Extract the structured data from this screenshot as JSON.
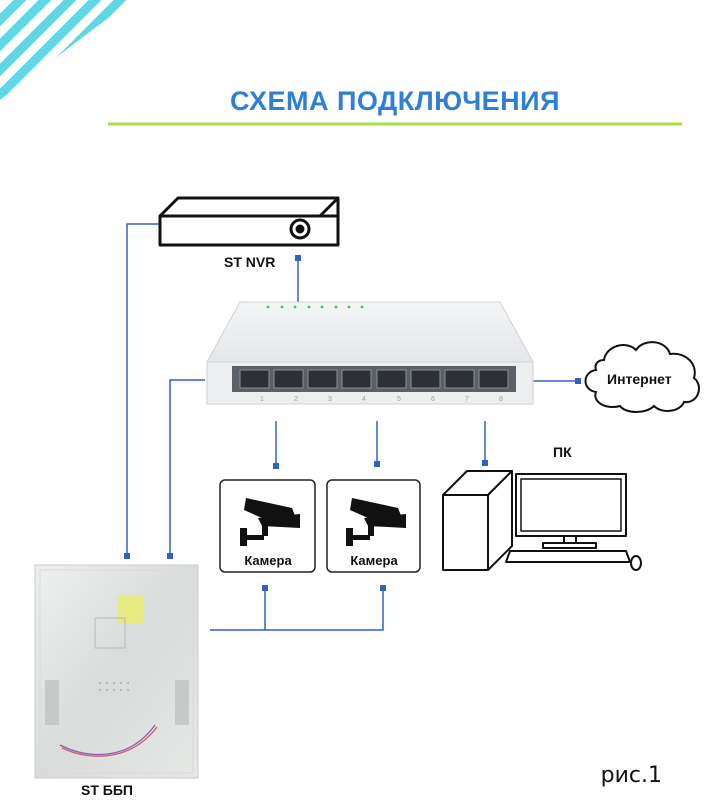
{
  "title": "СХЕМА ПОДКЛЮЧЕНИЯ",
  "colors": {
    "title": "#2f7fd6",
    "underline": "#a5e04a",
    "stripes": "#5fd8e6",
    "connection": "#2f62c4"
  },
  "devices": {
    "nvr": "ST NVR",
    "internet": "Интернет",
    "pc": "ПК",
    "camera1": "Камера",
    "camera2": "Камера",
    "ups": "ST ББП"
  },
  "switch_ports": [
    "1",
    "2",
    "3",
    "4",
    "5",
    "6",
    "7",
    "8"
  ],
  "figure_caption": "рис.1"
}
